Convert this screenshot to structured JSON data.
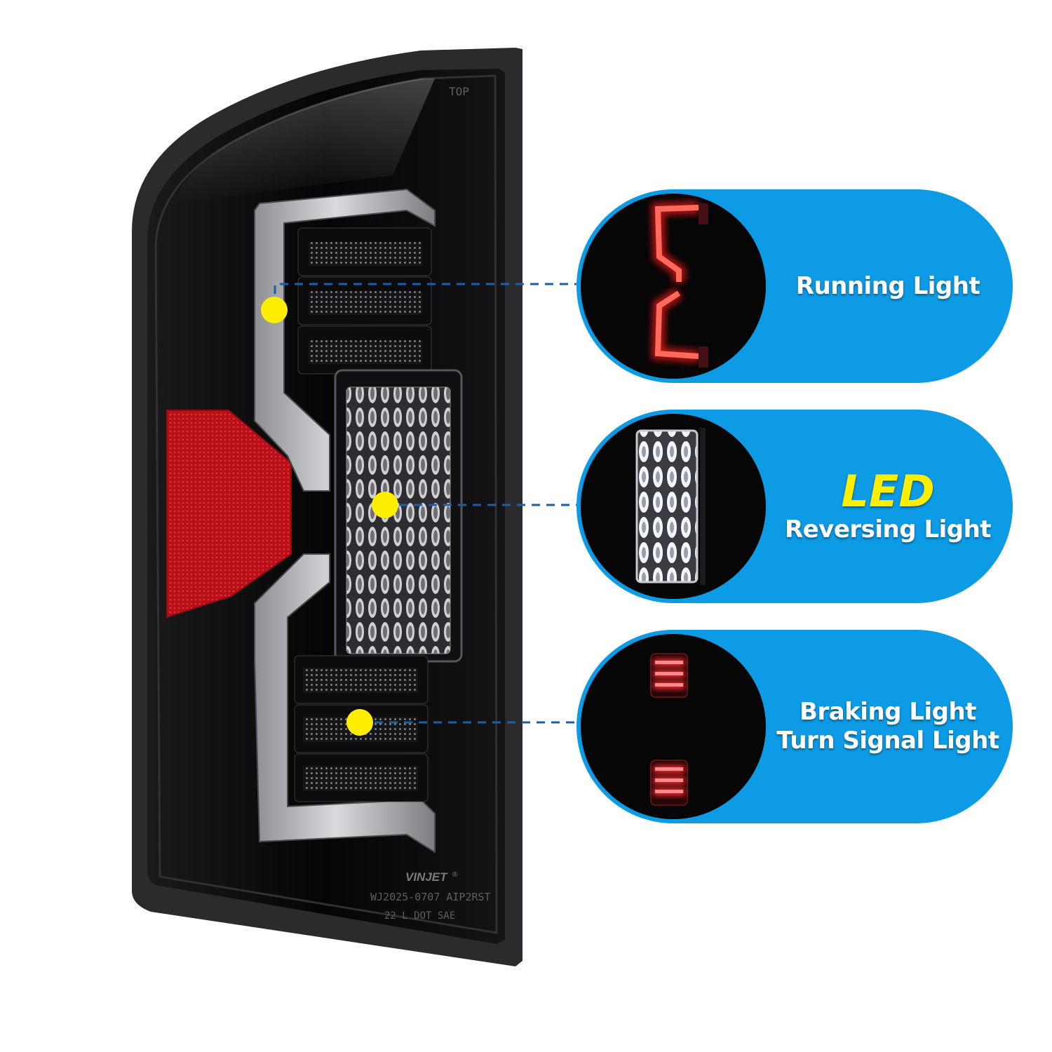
{
  "product": {
    "top_mark": "TOP",
    "brand": "VINJET",
    "registered_mark": "®",
    "part_number": "WJ2025-0707 AIP2RST",
    "dot_code": "22 L DOT SAE"
  },
  "callouts": [
    {
      "title": "Running Light",
      "thumb_icon": "running-light-icon"
    },
    {
      "badge": "LED",
      "title": "Reversing Light",
      "thumb_icon": "reversing-light-icon"
    },
    {
      "title": "Braking Light",
      "title2": "Turn Signal Light",
      "thumb_icon": "braking-turn-light-icon"
    }
  ],
  "colors": {
    "callout_bg": "#0d9be6",
    "marker_dot": "#ffee00",
    "leader_line": "#1a5fa8",
    "led_text": "#ffee00",
    "reflector_red": "#c1121c",
    "running_light_red": "#ff2a2a"
  }
}
